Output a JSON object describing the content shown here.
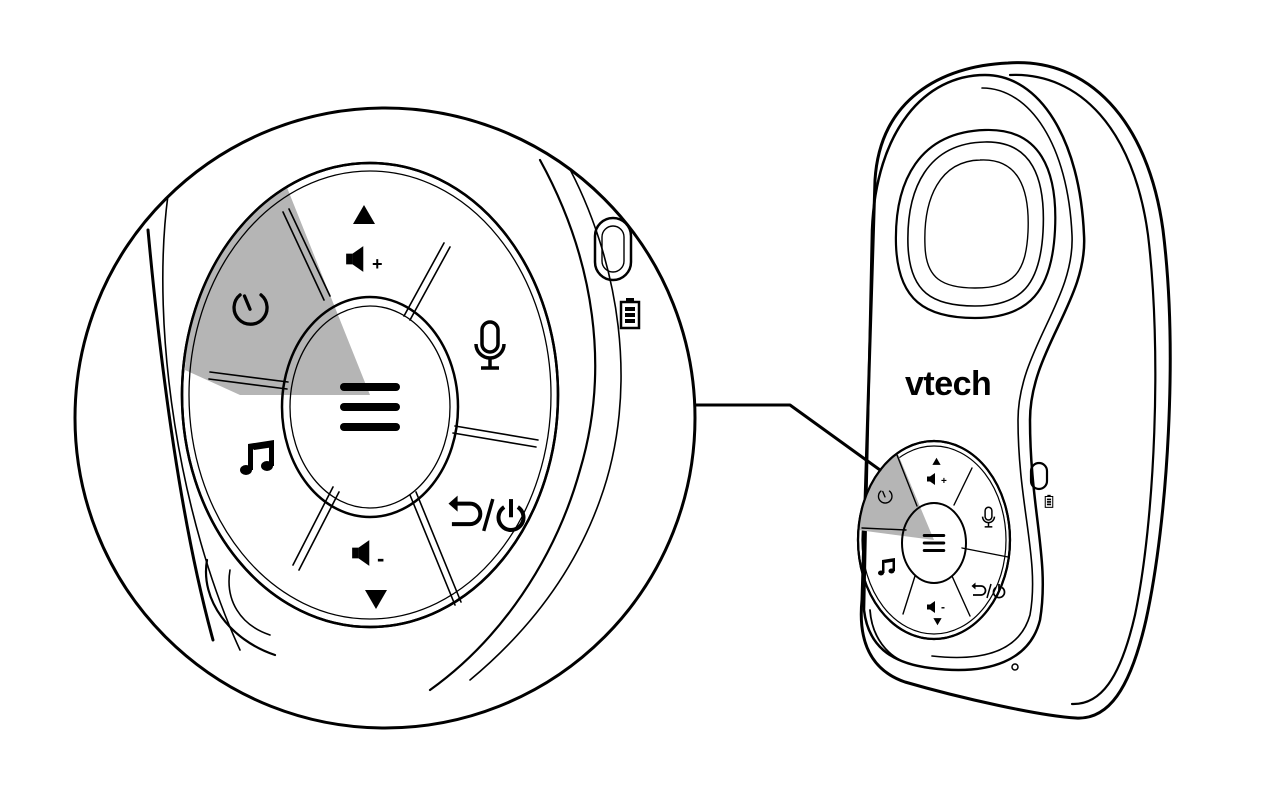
{
  "device": {
    "brand_label": "vtech",
    "highlight_color": "#b5b5b5"
  },
  "callout": {
    "highlighted_button": "timer-icon"
  },
  "controls": [
    {
      "name": "timer-button",
      "icon": "timer-icon",
      "highlighted": true
    },
    {
      "name": "volume-up-button",
      "icon": "volume-up-icon"
    },
    {
      "name": "talk-button",
      "icon": "microphone-icon"
    },
    {
      "name": "back-power-button",
      "icon": "back-power-icon"
    },
    {
      "name": "volume-down-button",
      "icon": "volume-down-icon"
    },
    {
      "name": "lullaby-button",
      "icon": "music-note-icon"
    },
    {
      "name": "menu-button",
      "icon": "menu-icon"
    },
    {
      "name": "side-button",
      "icon": "battery-icon"
    }
  ]
}
